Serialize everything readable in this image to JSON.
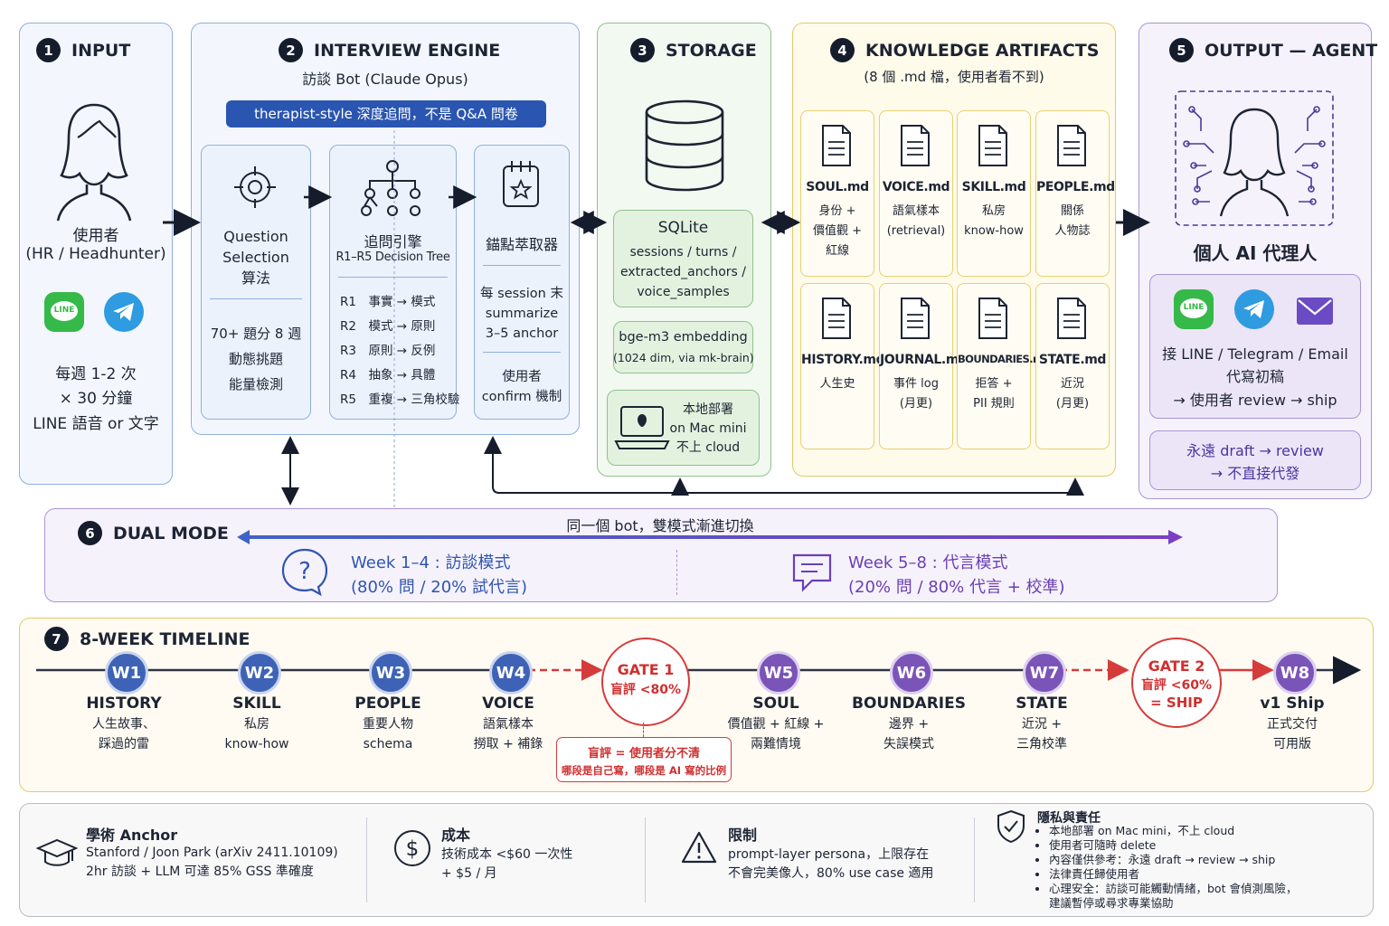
{
  "input": {
    "num": "1",
    "title": "INPUT",
    "user": "使用者",
    "user_role": "(HR / Headhunter)",
    "line_label": "LINE",
    "freq1": "每週 1-2 次",
    "freq2": "× 30 分鐘",
    "freq3": "LINE 語音 or 文字"
  },
  "engine": {
    "num": "2",
    "title": "INTERVIEW ENGINE",
    "subtitle": "訪談 Bot (Claude Opus)",
    "banner": "therapist-style 深度追問，不是 Q&A 問卷",
    "q_title": "Question\nSelection\n算法",
    "q_desc": "70+ 題分 8 週\n動態挑題\n能量檢測",
    "tree_title": "追問引擎",
    "tree_sub": "R1–R5 Decision Tree",
    "rules": [
      "R1　事實 → 模式",
      "R2　模式 → 原則",
      "R3　原則 → 反例",
      "R4　抽象 → 具體",
      "R5　重複 → 三角校驗"
    ],
    "anchor_title": "錨點萃取器",
    "anchor_desc1": "每 session 末\nsummarize\n3–5 anchor",
    "anchor_desc2": "使用者\nconfirm 機制"
  },
  "storage": {
    "num": "3",
    "title": "STORAGE",
    "sqlite_title": "SQLite",
    "sqlite_desc": "sessions / turns /\nextracted_anchors /\nvoice_samples",
    "embed": "bge-m3 embedding",
    "embed_sub": "(1024 dim, via mk-brain)",
    "local": "本地部署\non Mac mini\n不上 cloud"
  },
  "knowledge": {
    "num": "4",
    "title": "KNOWLEDGE ARTIFACTS",
    "subtitle": "(8 個 .md 檔，使用者看不到)",
    "docs": [
      {
        "name": "SOUL.md",
        "desc": "身份 +\n價值觀 +\n紅線"
      },
      {
        "name": "VOICE.md",
        "desc": "語氣樣本\n(retrieval)"
      },
      {
        "name": "SKILL.md",
        "desc": "私房\nknow-how"
      },
      {
        "name": "PEOPLE.md",
        "desc": "關係\n人物誌"
      },
      {
        "name": "HISTORY.md",
        "desc": "人生史"
      },
      {
        "name": "JOURNAL.md",
        "desc": "事件 log\n(月更)"
      },
      {
        "name": "BOUNDARIES.md",
        "desc": "拒答 +\nPII 規則"
      },
      {
        "name": "STATE.md",
        "desc": "近況\n(月更)"
      }
    ]
  },
  "output": {
    "num": "5",
    "title": "OUTPUT — AGENT",
    "agent": "個人 AI 代理人",
    "line_label": "LINE",
    "desc1": "接 LINE / Telegram / Email",
    "desc2": "代寫初稿",
    "desc3": "→ 使用者 review → ship",
    "note1": "永遠 draft → review",
    "note2": "→ 不直接代發"
  },
  "dual": {
    "num": "6",
    "title": "DUAL MODE",
    "arrow_label": "同一個 bot，雙模式漸進切換",
    "left1": "Week 1–4 : 訪談模式",
    "left2": "(80% 問 / 20% 試代言)",
    "right1": "Week 5–8 : 代言模式",
    "right2": "(20% 問 / 80% 代言 + 校準)"
  },
  "timeline": {
    "num": "7",
    "title": "8-WEEK TIMELINE",
    "weeks": [
      {
        "id": "W1",
        "name": "HISTORY",
        "desc": "人生故事、\n踩過的雷",
        "color": "blue"
      },
      {
        "id": "W2",
        "name": "SKILL",
        "desc": "私房\nknow-how",
        "color": "blue"
      },
      {
        "id": "W3",
        "name": "PEOPLE",
        "desc": "重要人物\nschema",
        "color": "blue"
      },
      {
        "id": "W4",
        "name": "VOICE",
        "desc": "語氣樣本\n撈取 + 補錄",
        "color": "blue"
      },
      {
        "id": "W5",
        "name": "SOUL",
        "desc": "價值觀 + 紅線 +\n兩難情境",
        "color": "purple"
      },
      {
        "id": "W6",
        "name": "BOUNDARIES",
        "desc": "邊界 +\n失誤模式",
        "color": "purple"
      },
      {
        "id": "W7",
        "name": "STATE",
        "desc": "近況 +\n三角校準",
        "color": "purple"
      },
      {
        "id": "W8",
        "name": "v1 Ship",
        "desc": "正式交付\n可用版",
        "color": "purple"
      }
    ],
    "gate1": {
      "t1": "GATE 1",
      "t2": "盲評 <80%"
    },
    "gate2": {
      "t1": "GATE 2",
      "t2": "盲評 <60%",
      "t3": "= SHIP"
    },
    "blind_note1": "盲評 = 使用者分不清",
    "blind_note2": "哪段是自己寫，哪段是 AI 寫的比例"
  },
  "footer": {
    "academic_title": "學術 Anchor",
    "academic_desc": "Stanford / Joon Park (arXiv 2411.10109)\n2hr 訪談 + LLM 可達 85% GSS 準確度",
    "cost_title": "成本",
    "cost_desc": "技術成本 <$60 一次性\n+ $5 / 月",
    "limit_title": "限制",
    "limit_desc": "prompt-layer persona，上限存在\n不會完美像人，80% use case 適用",
    "privacy_title": "隱私與責任",
    "privacy_items": [
      "本地部署 on Mac mini，不上 cloud",
      "使用者可隨時 delete",
      "內容僅供參考：永遠 draft → review → ship",
      "法律責任歸使用者",
      "心理安全：訪談可能觸動情緒，bot 會偵測風險，\n建議暫停或尋求專業協助"
    ]
  },
  "colors": {
    "blue_panel": "#f3f7fd",
    "blue_border": "#8fb0df",
    "green_panel": "#f2f9f1",
    "green_border": "#8fc38b",
    "yellow_panel": "#fffbea",
    "yellow_border": "#e4c968",
    "purple_panel": "#f6f2fc",
    "purple_border": "#a895d6",
    "gate_red": "#d63b3b"
  }
}
